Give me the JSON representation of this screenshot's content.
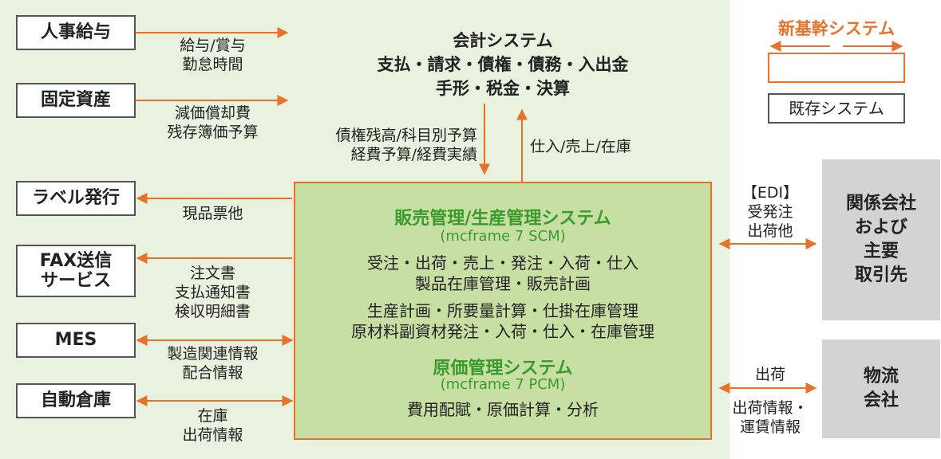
{
  "left_systems": {
    "payroll": "人事給与",
    "fixed_assets": "固定資産",
    "label_issue": "ラベル発行",
    "fax_line1": "FAX送信",
    "fax_line2": "サービス",
    "mes": "MES",
    "auto_warehouse": "自動倉庫"
  },
  "flows": {
    "payroll_1": "給与/賞与",
    "payroll_2": "勤怠時間",
    "assets_1": "減価償却費",
    "assets_2": "残存簿価予算",
    "label_1": "現品票他",
    "fax_1": "注文書",
    "fax_2": "支払通知書",
    "fax_3": "検収明細書",
    "mes_1": "製造関連情報",
    "mes_2": "配合情報",
    "warehouse_1": "在庫",
    "warehouse_2": "出荷情報",
    "to_accounting_1": "債権残高/科目別予算",
    "to_accounting_2": "経費予算/経費実績",
    "from_core": "仕入/売上/在庫",
    "edi_1": "【EDI】",
    "edi_2": "受発注",
    "edi_3": "出荷他",
    "logi_1": "出荷",
    "logi_2": "出荷情報・",
    "logi_3": "運賃情報"
  },
  "accounting": {
    "title": "会計システム",
    "line1": "支払・請求・債権・債務・入出金",
    "line2": "手形・税金・決算"
  },
  "core": {
    "title": "販売管理/生産管理システム",
    "subtitle": "(mcframe 7 SCM)",
    "line1": "受注・出荷・売上・発注・入荷・仕入",
    "line2": "製品在庫管理・販売計画",
    "line3": "生産計画・所要量計算・仕掛在庫管理",
    "line4": "原材料副資材発注・入荷・仕入・在庫管理",
    "cost_title": "原価管理システム",
    "cost_subtitle": "(mcframe 7 PCM)",
    "cost_line1": "費用配賦・原価計算・分析"
  },
  "right_entities": {
    "affiliates_1": "関係会社",
    "affiliates_2": "および",
    "affiliates_3": "主要",
    "affiliates_4": "取引先",
    "logistics_1": "物流",
    "logistics_2": "会社"
  },
  "legend": {
    "new_system": "新基幹システム",
    "existing_system": "既存システム"
  },
  "colors": {
    "accent_orange": "#e8722a",
    "green_text": "#3a9b2c",
    "region_bg": "#e9f1df",
    "core_fill": "#c8dfa4",
    "entity_gray": "#d3d3d3"
  }
}
